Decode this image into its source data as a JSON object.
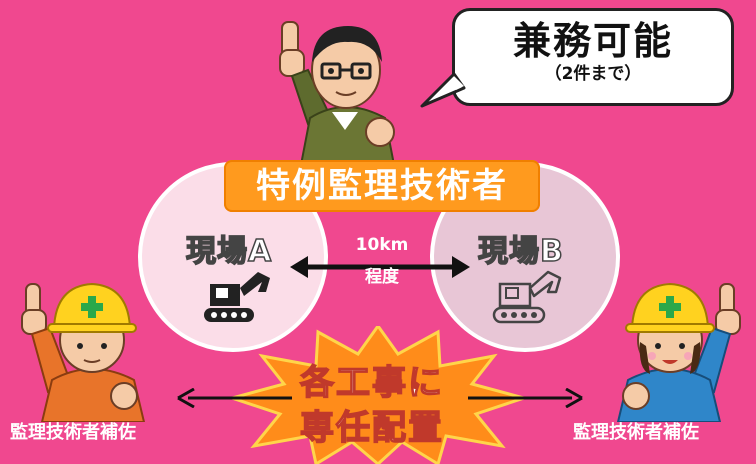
{
  "bubble": {
    "main": "兼務可能",
    "sub": "（2件まで）"
  },
  "banner": {
    "label": "特例監理技術者"
  },
  "sites": {
    "a": "現場A",
    "b": "現場B"
  },
  "distance": {
    "value": "10km",
    "unit_note": "程度"
  },
  "burst": {
    "line1": "各工事に",
    "line2": "専任配置"
  },
  "assistants": {
    "left": "監理技術者補佐",
    "right": "監理技術者補佐"
  },
  "icons": [
    "excavator-icon",
    "pointing-hand-icon",
    "worker-icon",
    "double-arrow-icon"
  ],
  "colors": {
    "background": "#f0488f",
    "banner": "#ff9a1e",
    "site_a": "#fbdde8",
    "site_b": "#e8c6d6",
    "burst": "#ff8c1a"
  }
}
